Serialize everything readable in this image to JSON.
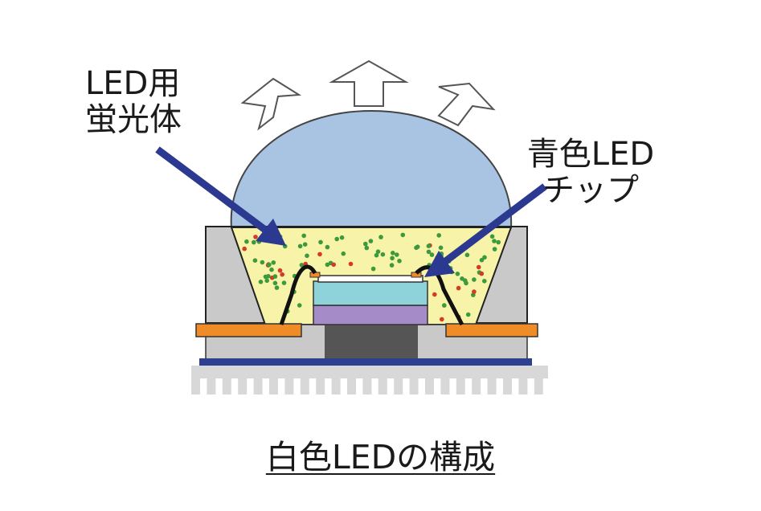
{
  "labels": {
    "phosphor_line1": "LED用",
    "phosphor_line2": "蛍光体",
    "chip_line1": "青色LED",
    "chip_line2": "チップ"
  },
  "caption": "白色LEDの構成",
  "colors": {
    "dome": "#a8c4e2",
    "phosphor_fill": "#f7f3a8",
    "phosphor_dot_green": "#3c9a3c",
    "phosphor_dot_red": "#d23a2a",
    "housing": "#c9c9c9",
    "electrode": "#f08c28",
    "chip_top": "#8fd3da",
    "chip_bottom": "#a58bc8",
    "heatsink_core": "#555555",
    "base_plate": "#2d3f8f",
    "heatsink": "#d8d8d8",
    "arrow": "#2b3990"
  },
  "icons": {
    "light_arrows": "outlined-arrow-icon",
    "pointer_arrows": "pointer-arrow-icon"
  }
}
